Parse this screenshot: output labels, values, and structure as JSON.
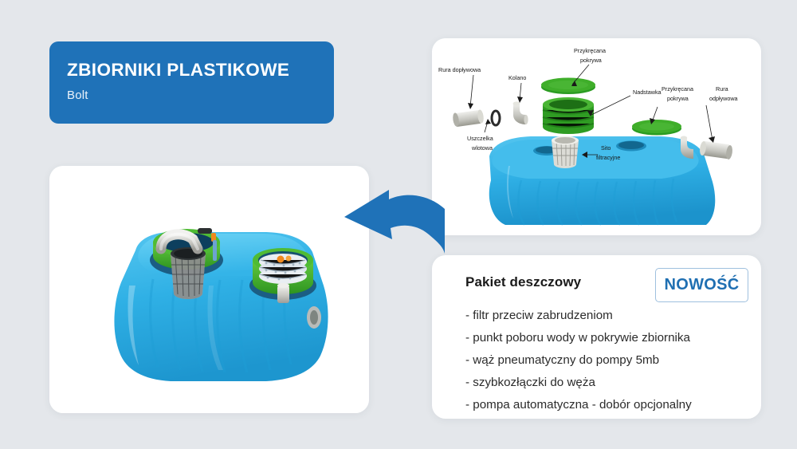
{
  "page": {
    "background_color": "#e4e7eb",
    "accent_blue": "#1f72b8",
    "tank_blue": "#29abe2",
    "collar_green": "#3fae2a"
  },
  "title_banner": {
    "title": "ZBIORNIKI PLASTIKOWE",
    "subtitle": "Bolt",
    "background_color": "#1f72b8",
    "text_color": "#ffffff"
  },
  "photo_card": {
    "caption": "",
    "alt_name": "plastic underground rainwater tank with two green access collars"
  },
  "diagram_card": {
    "labels": [
      "Rura dopływowa",
      "Kolano",
      "Przykręcana pokrywa",
      "Nadstawka",
      "Przykręcana pokrywa",
      "Rura odpływowa",
      "Uszczelka wlotowa",
      "Sito filtracyjne"
    ],
    "label_rura_doplywowa": "Rura dopływowa",
    "label_kolano": "Kolano",
    "label_przykrecana_pokrywa_1a": "Przykręcana",
    "label_przykrecana_pokrywa_1b": "pokrywa",
    "label_nadstawka": "Nadstawka",
    "label_przykrecana_pokrywa_2a": "Przykręcana",
    "label_przykrecana_pokrywa_2b": "pokrywa",
    "label_rura_odplywowa_a": "Rura",
    "label_rura_odplywowa_b": "odpływowa",
    "label_uszczelka_a": "Uszczelka",
    "label_uszczelka_b": "wlotowa",
    "label_sito_a": "Sito",
    "label_sito_b": "filtracyjne"
  },
  "package_card": {
    "heading": "Pakiet deszczowy",
    "badge": "NOWOŚĆ",
    "badge_color": "#1f6fb2",
    "items": [
      "- filtr przeciw zabrudzeniom",
      "- punkt poboru wody w pokrywie zbiornika",
      "- wąż pneumatyczny do pompy 5mb",
      "- szybkozłączki do węża",
      "- pompa automatyczna - dobór opcjonalny"
    ]
  },
  "arrow": {
    "direction": "left",
    "color": "#1f72b8"
  }
}
